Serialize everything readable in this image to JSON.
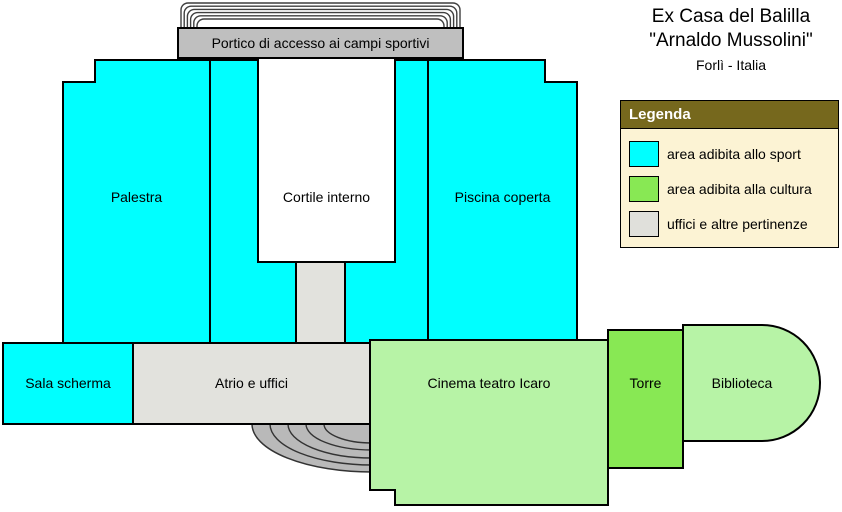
{
  "title": {
    "line1": "Ex Casa del Balilla",
    "line2": "\"Arnaldo Mussolini\"",
    "line3": "Forlì - Italia"
  },
  "plan": {
    "portico": "Portico di accesso ai campi sportivi",
    "palestra": "Palestra",
    "cortile": "Cortile interno",
    "piscina": "Piscina coperta",
    "sala_scherma": "Sala scherma",
    "atrio": "Atrio e uffici",
    "cinema": "Cinema teatro Icaro",
    "torre": "Torre",
    "biblioteca": "Biblioteca"
  },
  "legend": {
    "header": "Legenda",
    "items": [
      {
        "label": "area adibita allo sport",
        "color": "#00ffff"
      },
      {
        "label": "area adibita alla cultura",
        "color": "#88e854"
      },
      {
        "label": "uffici e altre pertinenze",
        "color": "#e0e0db"
      }
    ]
  },
  "colors": {
    "sport": "#00ffff",
    "culture_light": "#b7f3a6",
    "culture_bright": "#88e854",
    "offices": "#e2e2dd",
    "portico": "#bfbfbf",
    "courtyard": "#ffffff"
  }
}
